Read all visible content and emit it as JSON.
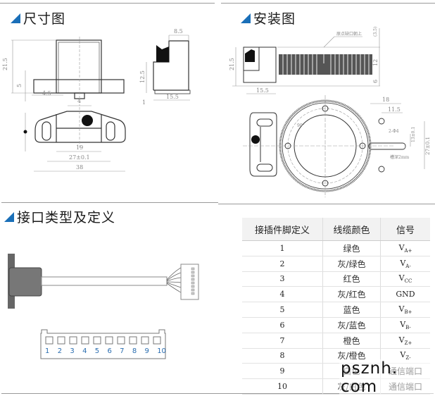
{
  "colors": {
    "accent": "#1a6fb8",
    "pin_label": "#2a6db0"
  },
  "sections": {
    "dimensions": {
      "title": "尺寸图",
      "icon": "blue-triangle-icon",
      "labels": {
        "height_total": "21.5",
        "base_height": "5",
        "slot_width": "4",
        "top_width": "8.5",
        "side_height": "12.5",
        "side_width": "15.5",
        "side_bottom": "1",
        "slot_offset": "4.5",
        "inner_width": "19",
        "hole_spacing": "27±0.1",
        "total_width": "38"
      }
    },
    "installation": {
      "title": "安装图",
      "icon": "blue-triangle-icon",
      "labels": {
        "note_top": "原点缺口朝上",
        "gap_top": "(3.5)",
        "height": "21.5",
        "gear_height": "12",
        "gap_bottom": "6",
        "base_width": "15.5",
        "width_18": "18",
        "width_11_5": "11.5",
        "hole_note": "2-Φ4",
        "slot_note": "槽深2mm",
        "hole_spacing": "27±0.1",
        "offset": "13±0.1",
        "angle": "90°"
      }
    },
    "interface": {
      "title": "接口类型及定义",
      "icon": "blue-triangle-icon",
      "connector_pins": [
        "1",
        "2",
        "3",
        "4",
        "5",
        "6",
        "7",
        "8",
        "9",
        "10"
      ]
    }
  },
  "pin_table": {
    "headers": [
      "接插件脚定义",
      "线缆颜色",
      "信号"
    ],
    "rows": [
      {
        "pin": "1",
        "color": "绿色",
        "signal": "V",
        "sub": "A+"
      },
      {
        "pin": "2",
        "color": "灰/绿色",
        "signal": "V",
        "sub": "A-"
      },
      {
        "pin": "3",
        "color": "红色",
        "signal": "V",
        "sub": "CC"
      },
      {
        "pin": "4",
        "color": "灰/红色",
        "signal": "GND",
        "sub": ""
      },
      {
        "pin": "5",
        "color": "蓝色",
        "signal": "V",
        "sub": "B+"
      },
      {
        "pin": "6",
        "color": "灰/蓝色",
        "signal": "V",
        "sub": "B-"
      },
      {
        "pin": "7",
        "color": "橙色",
        "signal": "V",
        "sub": "Z+"
      },
      {
        "pin": "8",
        "color": "灰/橙色",
        "signal": "V",
        "sub": "Z-"
      },
      {
        "pin": "9",
        "color": "白色",
        "signal": "通信端口",
        "sub": ""
      },
      {
        "pin": "10",
        "color": "灰/白色",
        "signal": "通信端口",
        "sub": ""
      }
    ]
  },
  "watermark": "psznh. com"
}
